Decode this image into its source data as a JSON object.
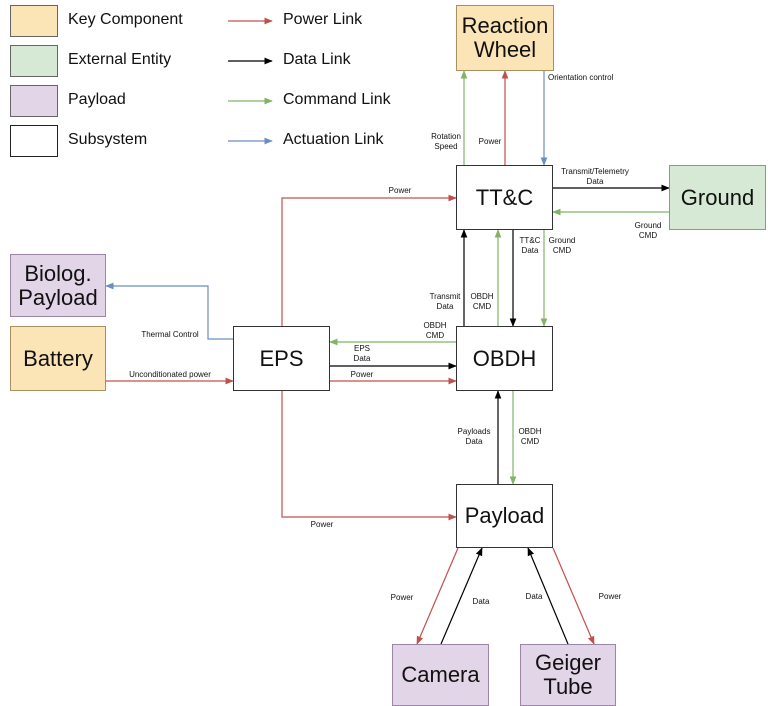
{
  "legend": {
    "items": [
      {
        "label": "Key Component",
        "color": "#fbe5b6"
      },
      {
        "label": "External Entity",
        "color": "#d6e9d4"
      },
      {
        "label": "Payload",
        "color": "#e1d5e7"
      },
      {
        "label": "Subsystem",
        "color": "#ffffff"
      }
    ],
    "links": [
      {
        "label": "Power Link",
        "color": "#c0504d"
      },
      {
        "label": "Data Link",
        "color": "#000000"
      },
      {
        "label": "Command Link",
        "color": "#82b366"
      },
      {
        "label": "Actuation Link",
        "color": "#6c8ebf"
      }
    ]
  },
  "nodes": {
    "reaction_wheel": "Reaction\nWheel",
    "ttc": "TT&C",
    "ground": "Ground",
    "biolog_payload": "Biolog.\nPayload",
    "battery": "Battery",
    "eps": "EPS",
    "obdh": "OBDH",
    "payload": "Payload",
    "camera": "Camera",
    "geiger_tube": "Geiger\nTube"
  },
  "edge_labels": {
    "rotation_speed": "Rotation\nSpeed",
    "rw_power": "Power",
    "orientation_control": "Orientation control",
    "transmit_telemetry": "Transmit/Telemetry\nData",
    "ground_cmd": "Ground\nCMD",
    "eps_ttc_power": "Power",
    "transmit_data": "Transmit\nData",
    "obdh_cmd_ttc": "OBDH\nCMD",
    "ttc_data": "TT&C\nData",
    "ground_cmd_obdh": "Ground\nCMD",
    "thermal_control": "Thermal Control",
    "obdh_cmd_eps": "OBDH\nCMD",
    "eps_data": "EPS\nData",
    "unconditioned_power": "Unconditionated power",
    "eps_obdh_power": "Power",
    "payloads_data": "Payloads\nData",
    "obdh_cmd_payload": "OBDH\nCMD",
    "eps_payload_power": "Power",
    "camera_power": "Power",
    "camera_data": "Data",
    "geiger_data": "Data",
    "geiger_power": "Power"
  }
}
